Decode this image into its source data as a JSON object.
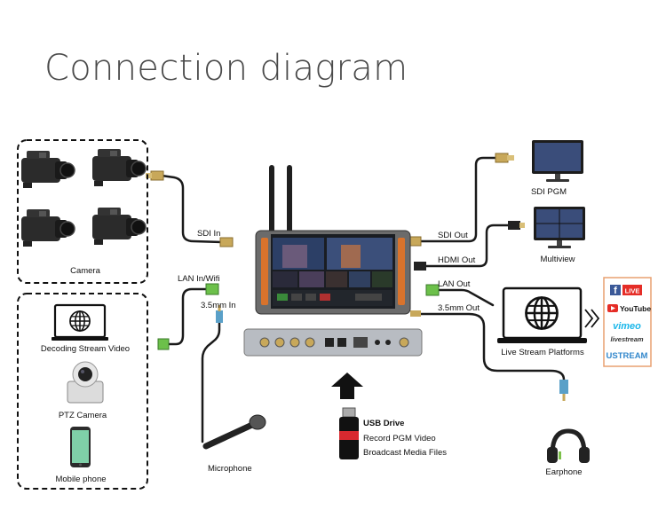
{
  "title": "Connection diagram",
  "labels": {
    "camera": "Camera",
    "sdi_in": "SDI  In",
    "lan_in": "LAN In/Wifi",
    "in35": "3.5mm In",
    "decoding": "Decoding Stream Video",
    "ptz": "PTZ Camera",
    "mobile": "Mobile phone",
    "microphone": "Microphone",
    "sdi_out": "SDI  Out",
    "hdmi_out": "HDMI Out",
    "lan_out": "LAN Out",
    "out35": "3.5mm Out",
    "sdi_pgm": "SDI PGM",
    "multiview": "Multiview",
    "live_stream": "Live Stream Platforms",
    "earphone": "Earphone",
    "usb_title": "USB Drive",
    "usb_line1": "Record PGM Video",
    "usb_line2": "Broadcast Media Files"
  },
  "platforms": {
    "facebook": "f",
    "facebook_live": "LIVE",
    "youtube": "YouTube",
    "vimeo": "vimeo",
    "livestream": "livestream",
    "ustream": "USTREAM"
  },
  "colors": {
    "cable": "#1a1a1a",
    "connector_gold": "#c8a85a",
    "connector_green": "#7cc04a",
    "jack_blue": "#5aa0c8",
    "facebook": "#3b5998",
    "youtube": "#e52d27",
    "vimeo": "#1ab7ea",
    "livestream": "#d8292f",
    "ustream": "#3388cc",
    "platform_border": "#e8a070"
  }
}
